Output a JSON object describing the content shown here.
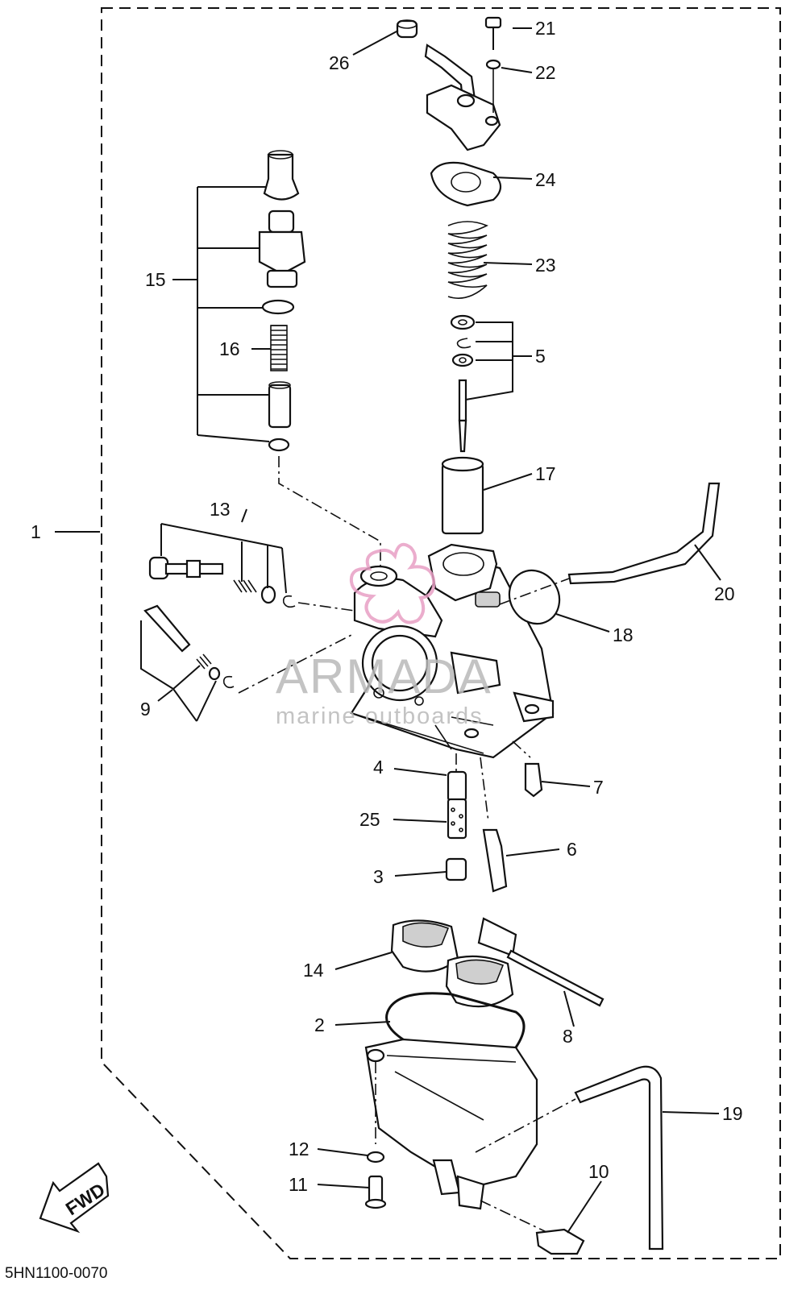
{
  "diagram": {
    "code": "5HN1100-0070",
    "fwd_label": "FWD",
    "watermark": {
      "brand": "ARMADA",
      "tagline": "marine outboards",
      "color": "#e89fc4"
    },
    "callouts": {
      "c1": "1",
      "c2": "2",
      "c3": "3",
      "c4": "4",
      "c5": "5",
      "c6": "6",
      "c7": "7",
      "c8": "8",
      "c9": "9",
      "c10": "10",
      "c11": "11",
      "c12": "12",
      "c13": "13",
      "c14": "14",
      "c15": "15",
      "c16": "16",
      "c17": "17",
      "c18": "18",
      "c19": "19",
      "c20": "20",
      "c21": "21",
      "c22": "22",
      "c23": "23",
      "c24": "24",
      "c25": "25",
      "c26": "26"
    }
  }
}
